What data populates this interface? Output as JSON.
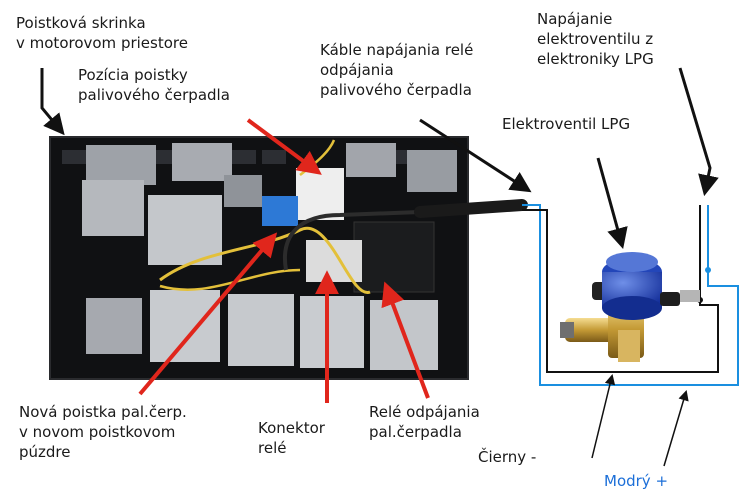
{
  "labels": {
    "fuse_box": "Poistková skrinka\nv motorovom priestore",
    "fuse_position": "Pozícia poistky\npalivového čerpadla",
    "relay_cables": "Káble napájania relé\nodpájania\npalivového čerpadla",
    "valve_power": "Napájanie\nelektroventilu z\nelektroniky LPG",
    "valve": "Elektroventil LPG",
    "new_fuse": "Nová poistka pal.čerp.\nv novom poistkovom\npúzdre",
    "relay_connector": "Konektor\nrelé",
    "relay": "Relé odpájania\npal.čerpadla",
    "black_wire": "Čierny -",
    "blue_wire": "Modrý +"
  },
  "colors": {
    "arrow_red": "#e0261c",
    "arrow_black": "#111111",
    "wire_blue": "#1a8fe0",
    "wire_black": "#111111",
    "label_blue": "#1c6fd8"
  }
}
